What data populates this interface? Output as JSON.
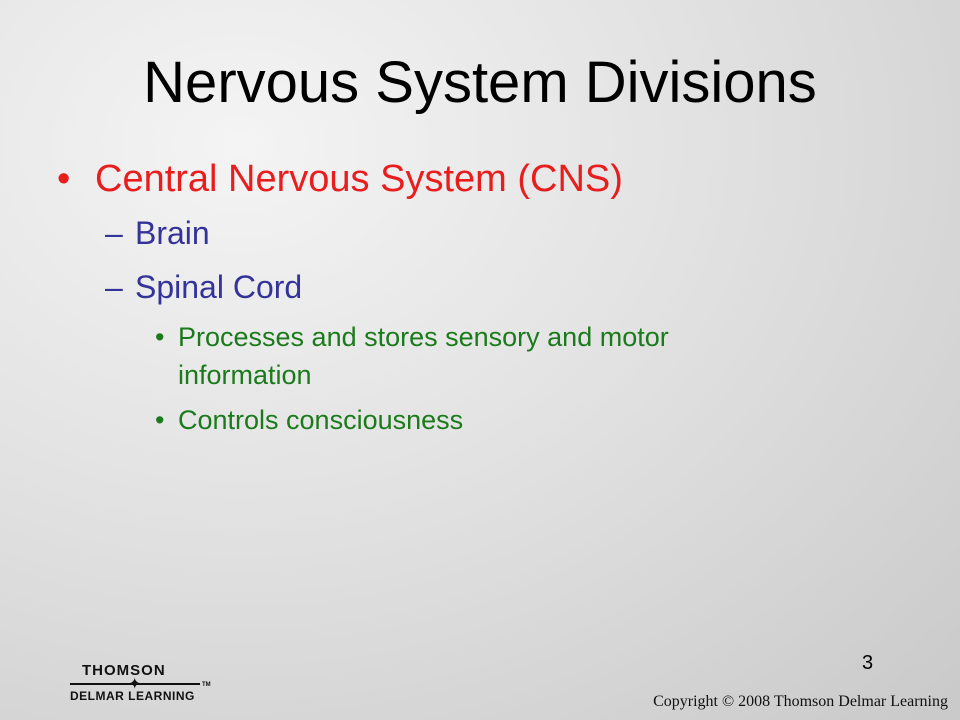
{
  "slide": {
    "title": "Nervous System Divisions",
    "bullet_symbol": "•",
    "dash_symbol": "–",
    "level1": {
      "text": "Central Nervous System (CNS)",
      "color": "#e81e1e"
    },
    "level2": [
      {
        "text": "Brain"
      },
      {
        "text": "Spinal Cord"
      }
    ],
    "level3": [
      {
        "text": "Processes and stores sensory and motor information"
      },
      {
        "text": "Controls consciousness"
      }
    ],
    "slide_number": "3"
  },
  "footer": {
    "logo_top": "THOMSON",
    "logo_bottom": "DELMAR LEARNING",
    "logo_tm": "TM",
    "copyright": "Copyright © 2008 Thomson Delmar Learning"
  },
  "colors": {
    "title": "#000000",
    "level1": "#e81e1e",
    "level2": "#333399",
    "level3": "#1b7a1b"
  }
}
